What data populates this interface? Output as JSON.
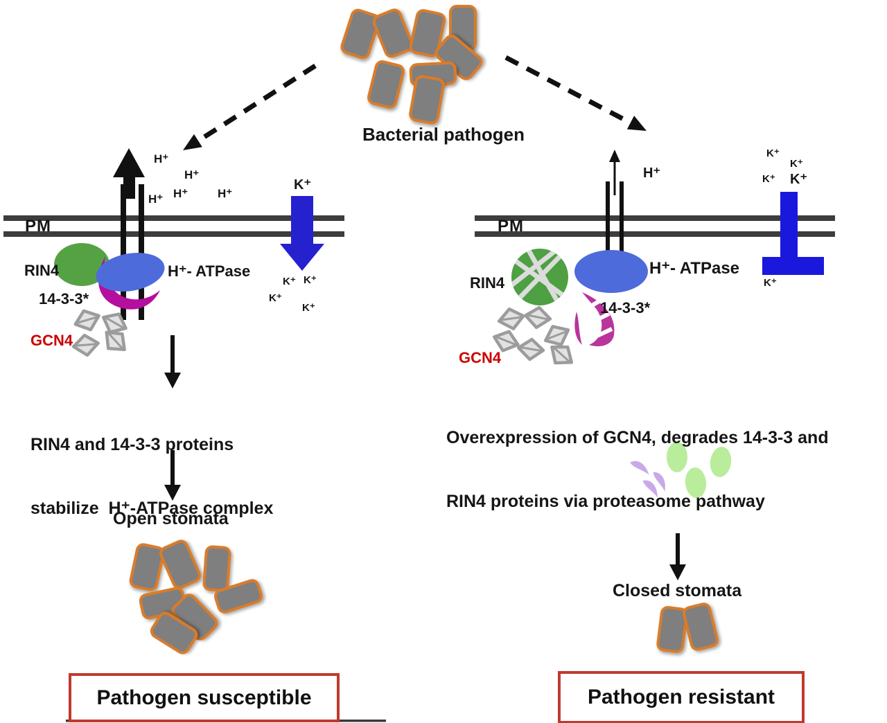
{
  "title": "Bacterial pathogen",
  "ions": {
    "proton": "H⁺",
    "potassium": "K⁺"
  },
  "left": {
    "pm": "PM",
    "rin4": "RIN4",
    "ft33": "14-3-3*",
    "gcn4": "GCN4",
    "atpase": "H⁺- ATPase",
    "step_line1": "RIN4 and 14-3-3 proteins",
    "step_line2": "stabilize  H⁺-ATPase complex",
    "stomata": "Open stomata",
    "outcome": "Pathogen susceptible"
  },
  "right": {
    "pm": "PM",
    "rin4": "RIN4",
    "ft33": "14-3-3*",
    "gcn4": "GCN4",
    "atpase": "H⁺- ATPase",
    "step_line1": "Overexpression of GCN4, degrades 14-3-3 and",
    "step_line2": "RIN4 proteins via proteasome pathway",
    "stomata": "Closed stomata",
    "outcome": "Pathogen resistant"
  },
  "colors": {
    "bacteria_fill": "#7f7f7f",
    "bacteria_outline": "#d97b2a",
    "membrane": "#3d3d3d",
    "rin4_green": "#55a245",
    "atpase_blue": "#4e6bdb",
    "ft33_magenta": "#b40f9e",
    "channel_blue": "#1f1cd6",
    "gcn4_red": "#cc0000",
    "gcn4_kite_gray": "#9c9c9c",
    "degraded_green": "#b9ec9b",
    "degraded_purple": "#c9a9e9",
    "outcome_border_red": "#bf3a2e"
  }
}
